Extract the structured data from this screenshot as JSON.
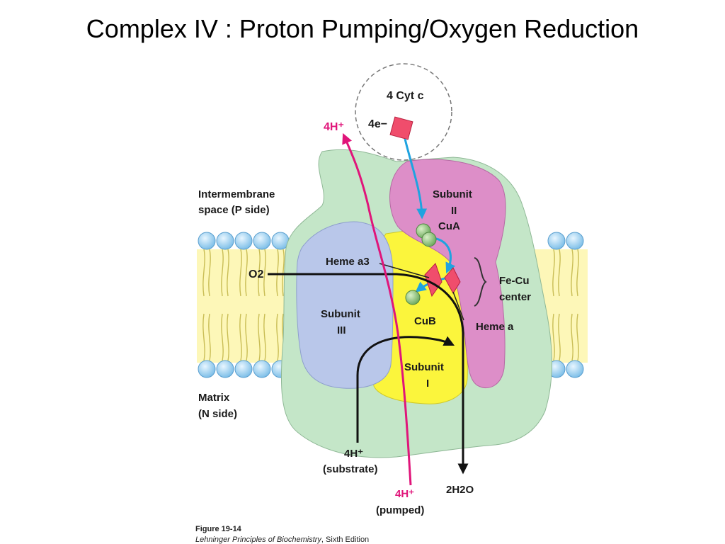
{
  "slide": {
    "title": "Complex IV : Proton Pumping/Oxygen Reduction"
  },
  "figure": {
    "labels": {
      "cyt_c": "4 Cyt c",
      "electrons": "4e−",
      "protons_out": "4H⁺",
      "intermembrane": "Intermembrane",
      "intermembrane_side": "space (P side)",
      "subunit_ii": "Subunit",
      "subunit_ii_num": "II",
      "cu_a": "CuA",
      "heme_a3": "Heme a3",
      "o2": "O2",
      "fe_cu": "Fe-Cu",
      "fe_cu_center": "center",
      "subunit_iii": "Subunit",
      "subunit_iii_num": "III",
      "cu_b": "CuB",
      "heme_a": "Heme a",
      "subunit_i": "Subunit",
      "subunit_i_num": "I",
      "matrix": "Matrix",
      "matrix_side": "(N side)",
      "substrate_h": "4H⁺",
      "substrate": "(substrate)",
      "water": "2H2O",
      "pumped_h": "4H⁺",
      "pumped": "(pumped)"
    },
    "caption": {
      "figure_number": "Figure 19-14",
      "book": "Lehninger Principles of Biochemistry",
      "edition": ", Sixth Edition"
    },
    "colors": {
      "pumped_arrow": "#e0157a",
      "electron_arrow": "#1fa3e0",
      "oxygen_arrow": "#111111",
      "subunit_i": "#fbf53c",
      "subunit_ii": "#dd8ec8",
      "subunit_iii": "#b9c7ea",
      "complex": "#c4e6c8",
      "heme": "#f04d6c",
      "lipid_head": "#a6d5f3"
    }
  }
}
